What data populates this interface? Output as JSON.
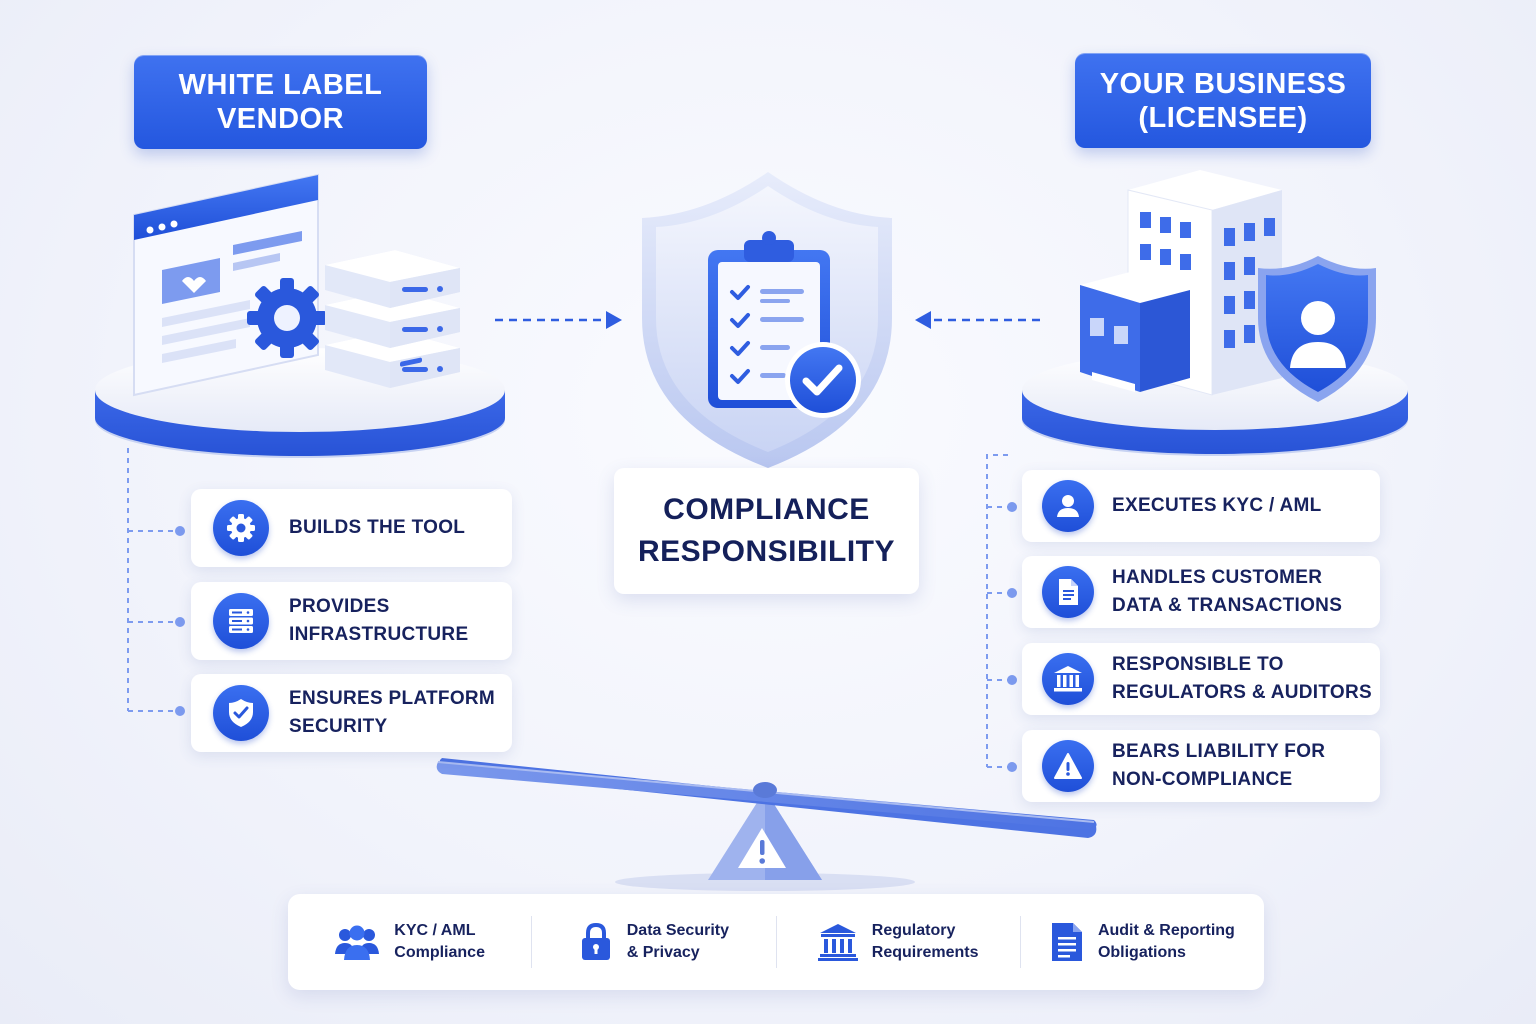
{
  "vendor": {
    "title_line1": "WHITE LABEL",
    "title_line2": "VENDOR",
    "items": [
      {
        "label": "BUILDS THE TOOL",
        "icon": "gear-icon"
      },
      {
        "label": "PROVIDES\nINFRASTRUCTURE",
        "icon": "server-icon"
      },
      {
        "label": "ENSURES PLATFORM\nSECURITY",
        "icon": "shield-check-icon"
      }
    ]
  },
  "business": {
    "title_line1": "YOUR BUSINESS",
    "title_line2": "(LICENSEE)",
    "items": [
      {
        "label": "EXECUTES KYC / AML",
        "icon": "user-icon"
      },
      {
        "label": "HANDLES CUSTOMER\nDATA & TRANSACTIONS",
        "icon": "document-icon"
      },
      {
        "label": "RESPONSIBLE TO\nREGULATORS & AUDITORS",
        "icon": "bank-icon"
      },
      {
        "label": "BEARS LIABILITY FOR\nNON-COMPLIANCE",
        "icon": "warning-icon"
      }
    ]
  },
  "center": {
    "line1": "COMPLIANCE",
    "line2": "RESPONSIBILITY"
  },
  "bottom": [
    {
      "label": "KYC / AML\nCompliance",
      "icon": "users-group-icon"
    },
    {
      "label": "Data Security\n& Privacy",
      "icon": "lock-icon"
    },
    {
      "label": "Regulatory\nRequirements",
      "icon": "bank-icon"
    },
    {
      "label": "Audit & Reporting\nObligations",
      "icon": "report-icon"
    }
  ],
  "colors": {
    "primary": "#2457df",
    "dark_text": "#14205a",
    "light_blue": "#dfe6fb"
  }
}
